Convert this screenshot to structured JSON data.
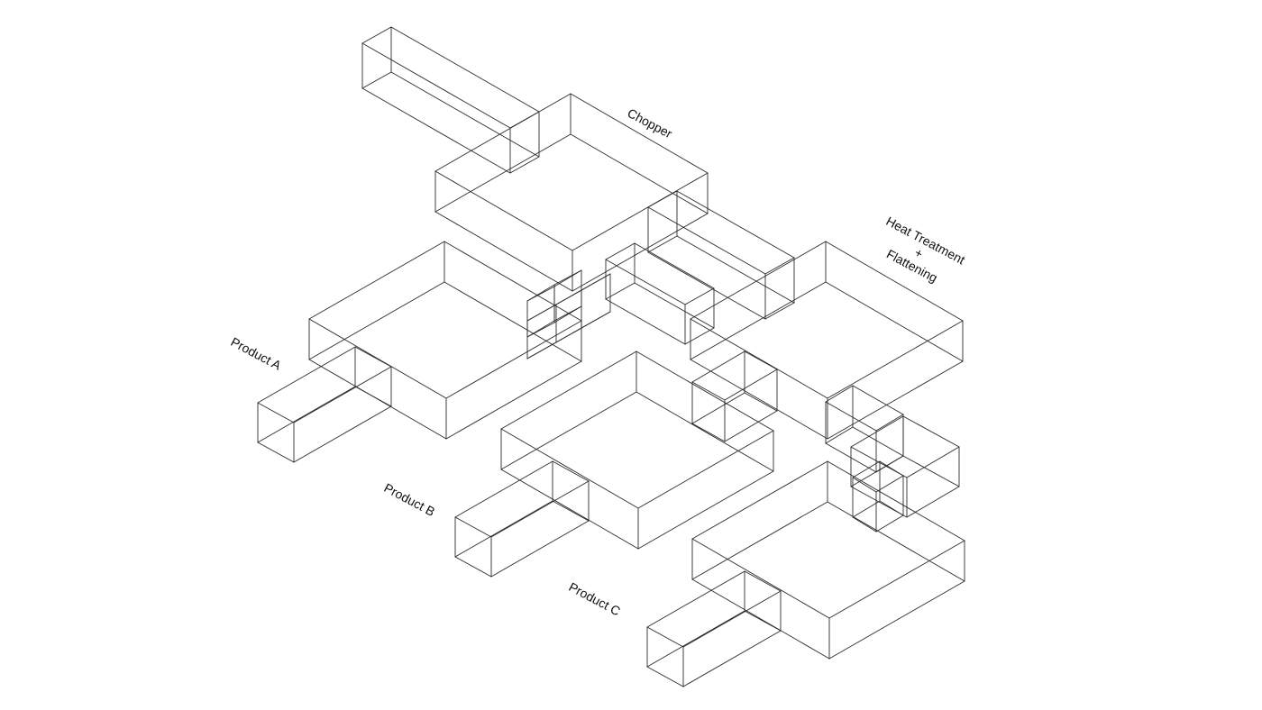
{
  "labels": {
    "chopper": "Chopper",
    "heat_treatment_line1": "Heat Treatment",
    "heat_treatment_line2": "+",
    "heat_treatment_line3": "Flattening",
    "product_a": "Product A",
    "product_b": "Product B",
    "product_c": "Product C"
  },
  "colors": {
    "stroke": "#2b2b2b",
    "text": "#111111",
    "background": "#ffffff"
  }
}
